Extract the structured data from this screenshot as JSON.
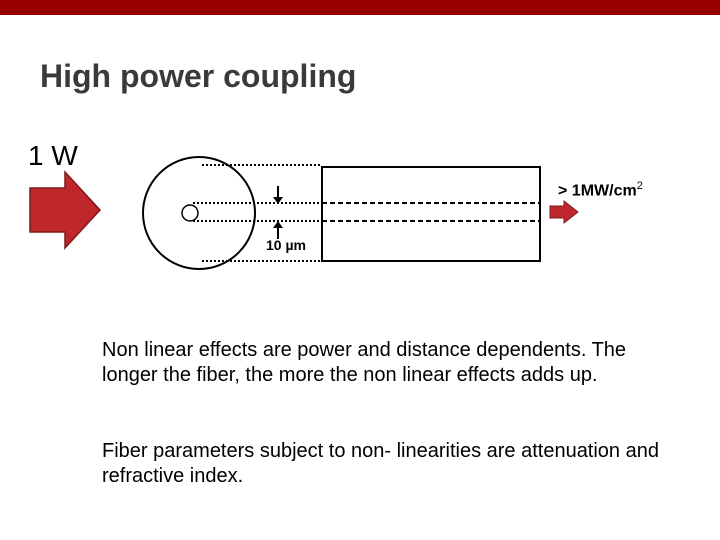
{
  "slide": {
    "title": "High power coupling",
    "accent_color": "#990000",
    "arrow_color": "#c0272d"
  },
  "diagram": {
    "input_power": "1 W",
    "output_density_prefix": "> 1MW/cm",
    "output_density_exponent": "2",
    "core_diameter": "10 µm",
    "icons": [
      "input-arrow-icon",
      "output-arrow-icon",
      "fiber-cross-section-icon",
      "core-width-arrows-icon"
    ]
  },
  "text": {
    "paragraph1": "Non linear effects are power and distance dependents. The longer the fiber, the more the non linear effects adds up.",
    "paragraph2": "Fiber parameters subject to non- linearities are attenuation and refractive index."
  }
}
